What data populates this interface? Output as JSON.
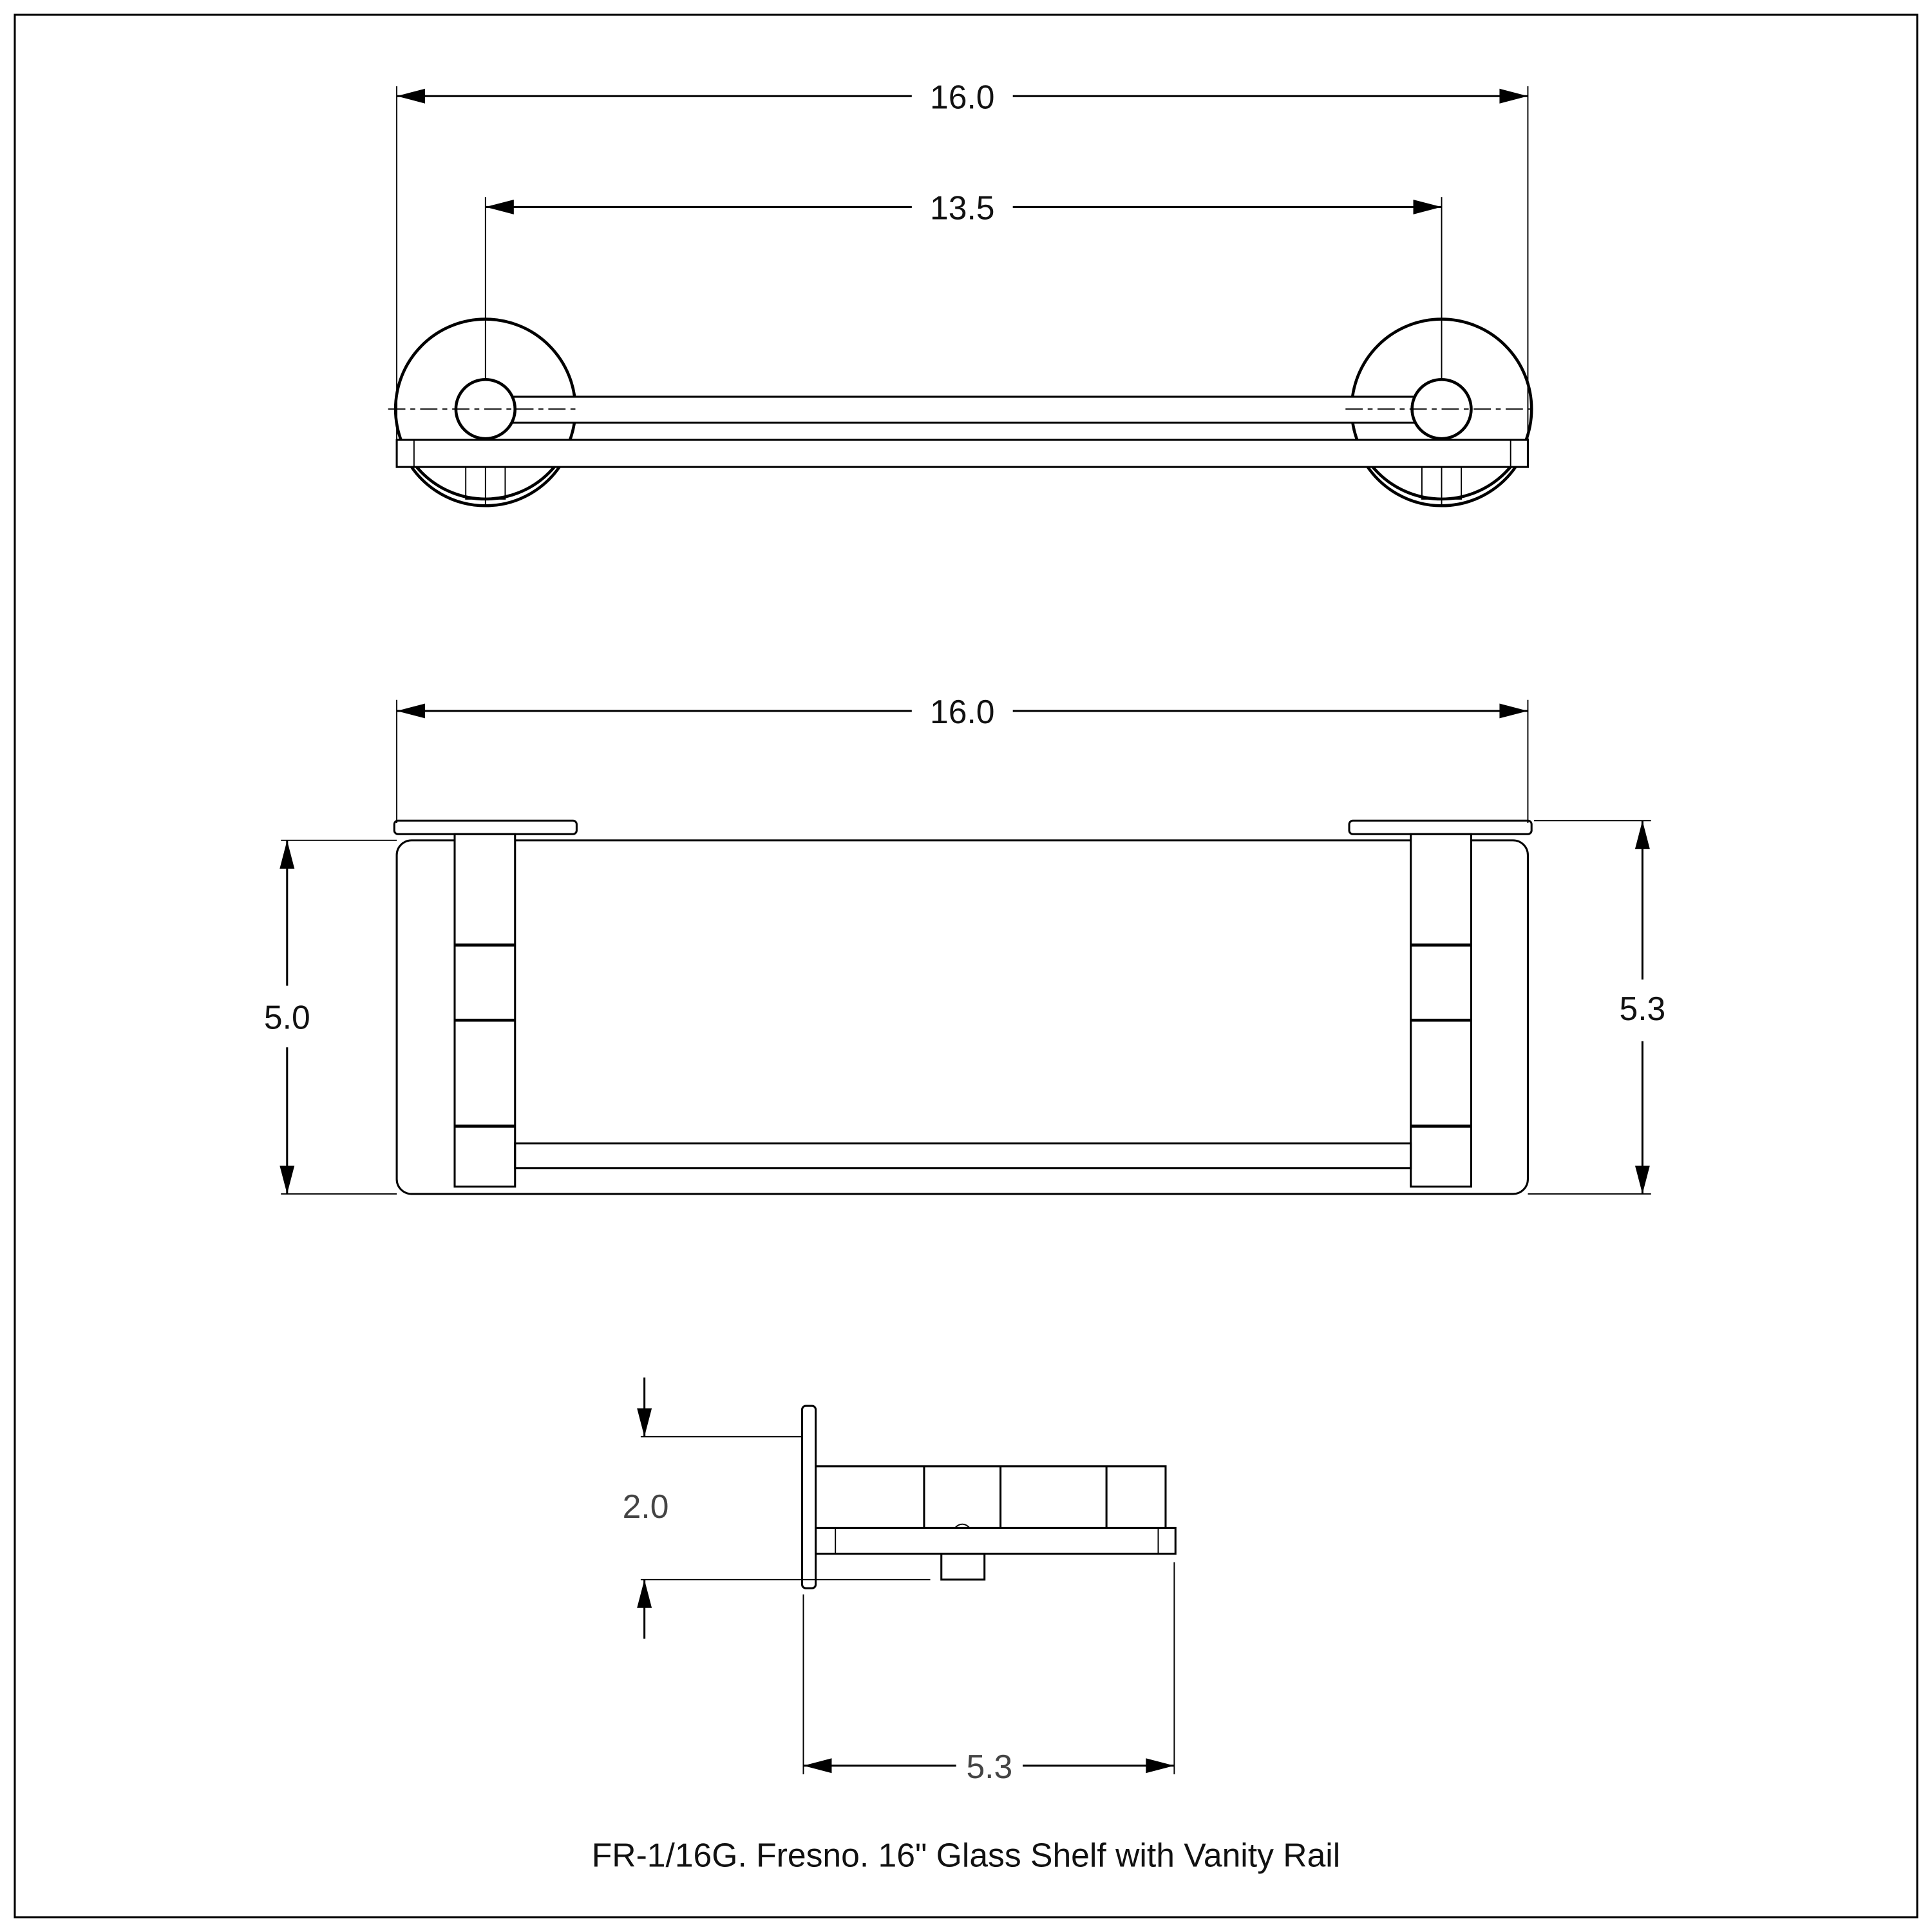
{
  "title": "FR-1/16G. Fresno. 16\" Glass Shelf with Vanity Rail",
  "views": {
    "top": {
      "overall_width": "16.0",
      "mount_spacing": "13.5"
    },
    "front": {
      "overall_width": "16.0",
      "height_left": "5.0",
      "height_right": "5.3"
    },
    "side": {
      "flange_height": "2.0",
      "depth": "5.3"
    }
  }
}
